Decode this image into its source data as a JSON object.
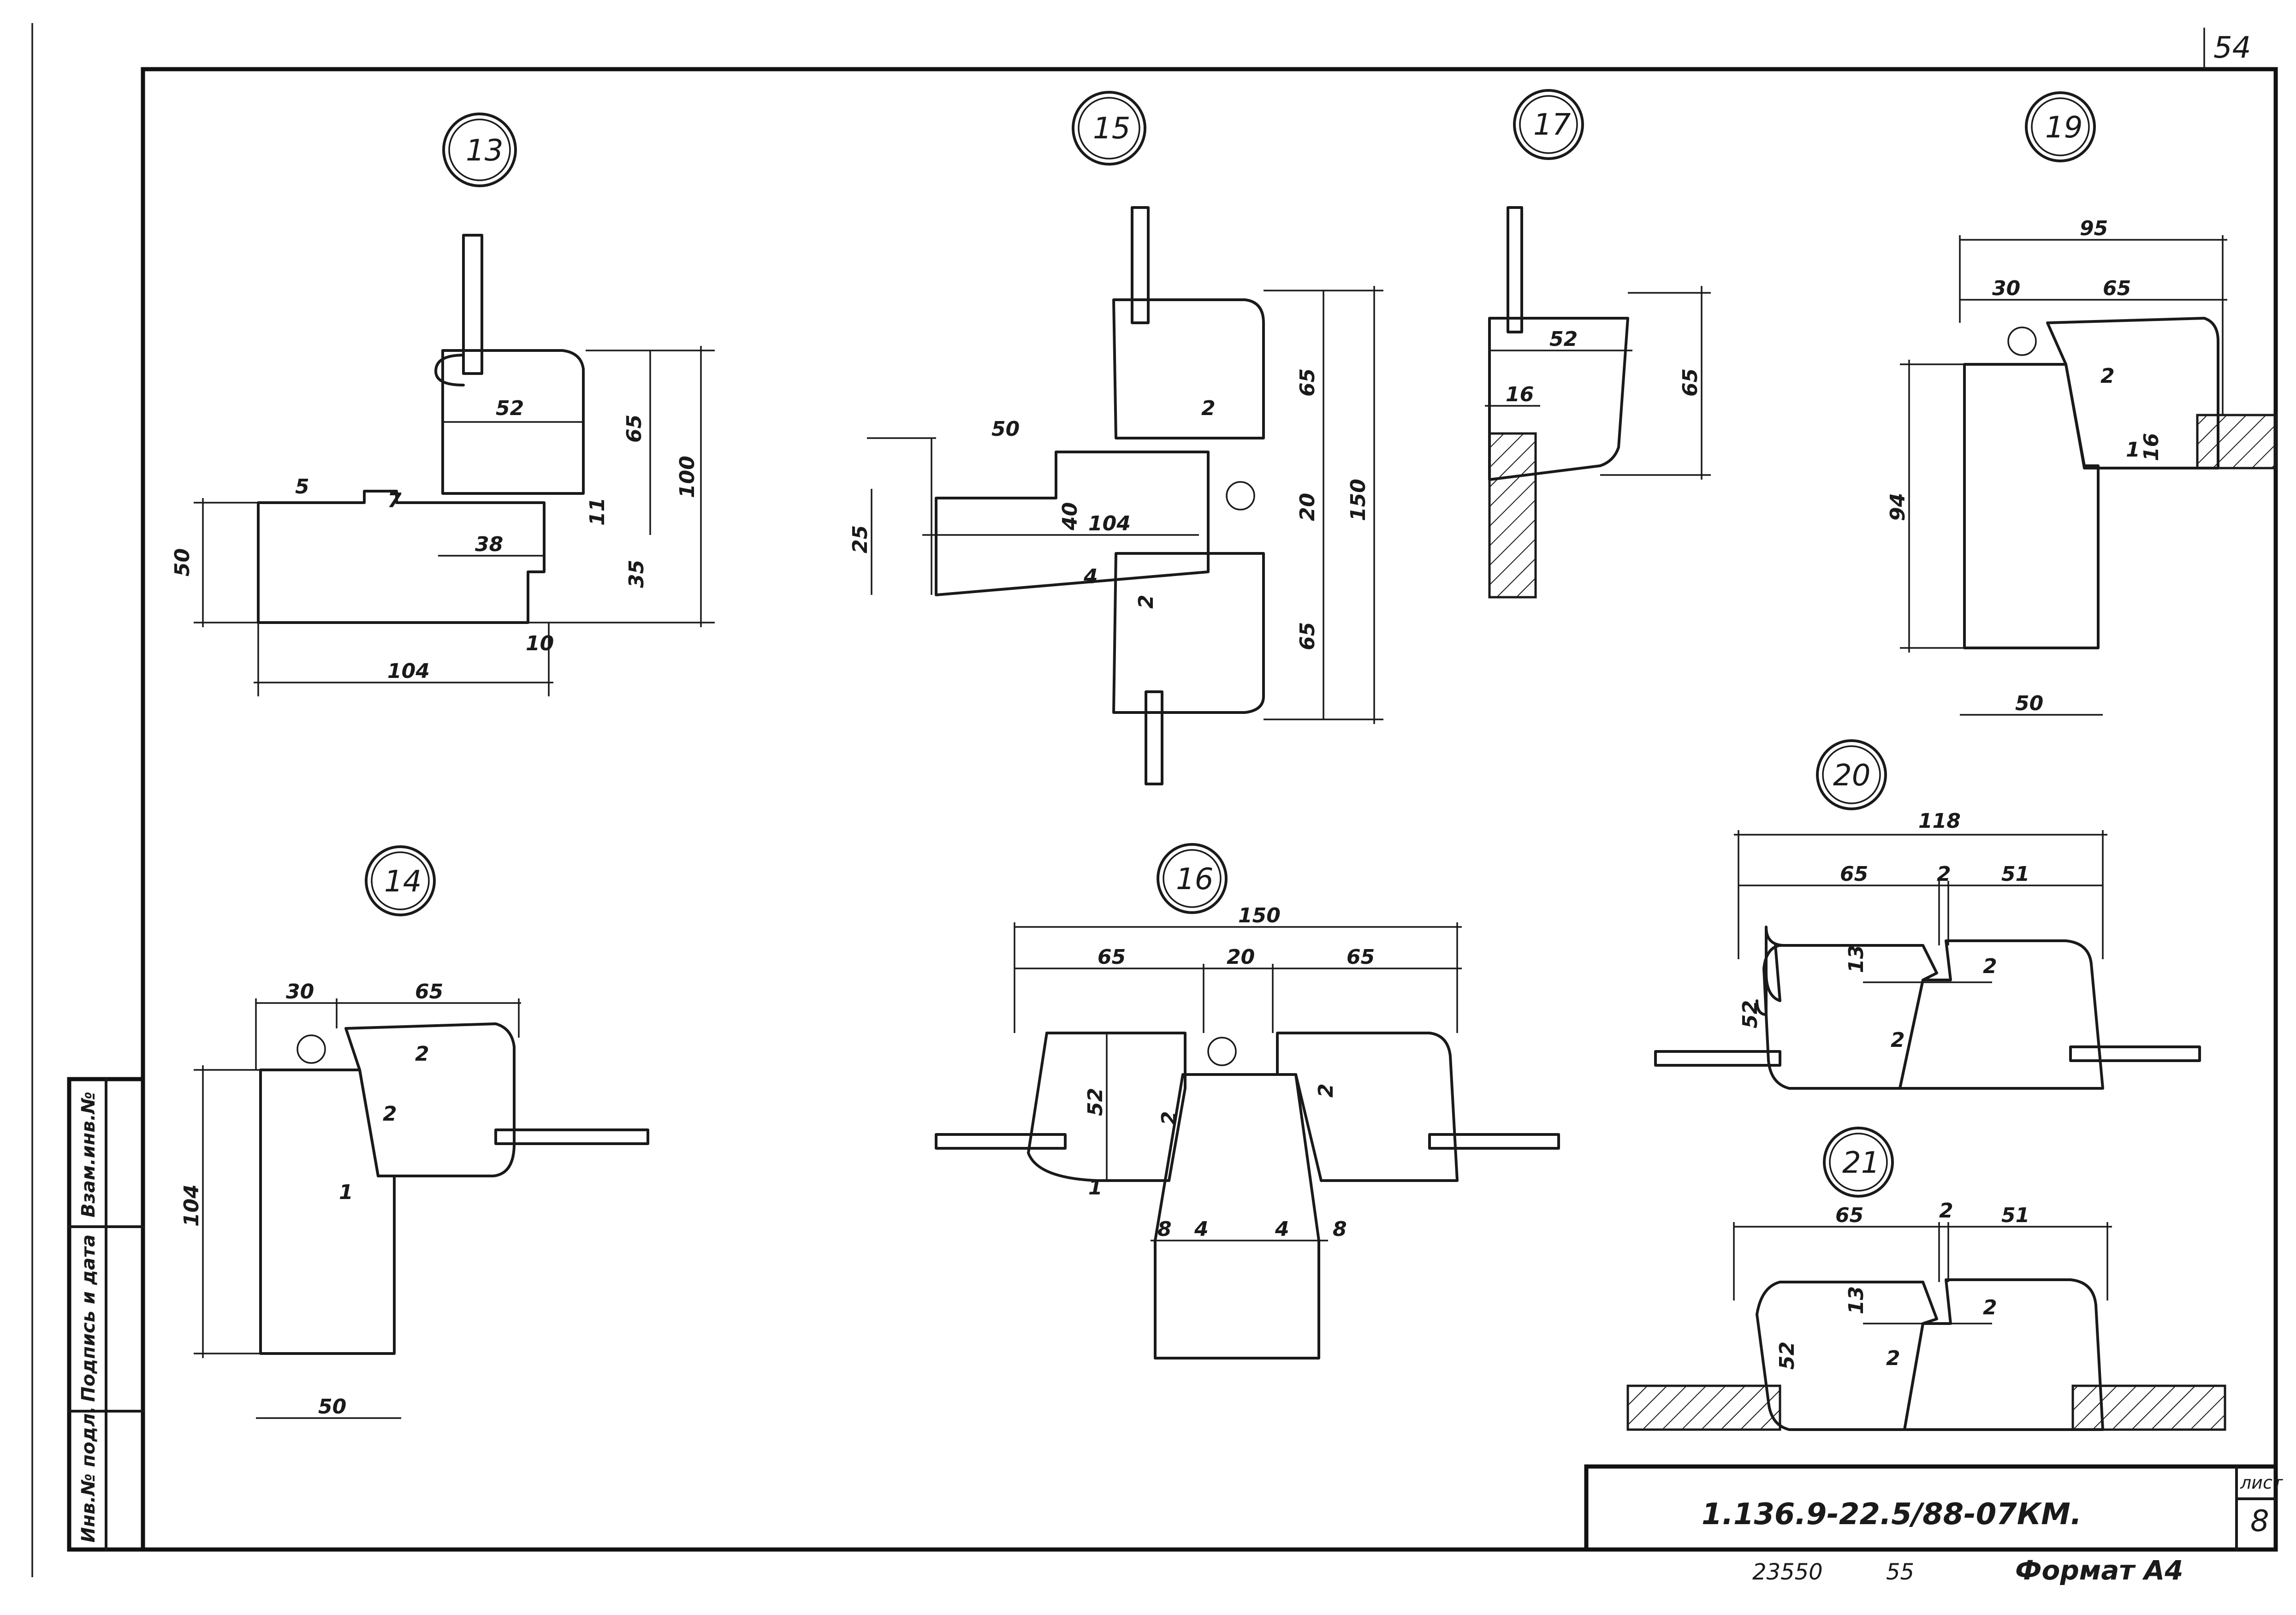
{
  "sheet": {
    "page_mark": "54",
    "doc_code": "1.136.9-22.5/88-07КМ.",
    "sheet_label": "лист",
    "sheet_no": "8",
    "footer_num1": "23550",
    "footer_num2": "55",
    "format": "Формат А4",
    "side_labels": [
      "Взам.инв.№",
      "Подпись и дата",
      "Инв.№ подл."
    ]
  },
  "details": {
    "d13": {
      "label": "13",
      "dims": [
        "52",
        "65",
        "100",
        "5",
        "7",
        "11",
        "38",
        "35",
        "50",
        "104",
        "10"
      ]
    },
    "d15": {
      "label": "15",
      "dims": [
        "50",
        "65",
        "2",
        "25",
        "40",
        "104",
        "20",
        "150",
        "4",
        "2",
        "65"
      ]
    },
    "d17": {
      "label": "17",
      "dims": [
        "52",
        "16",
        "65"
      ]
    },
    "d19": {
      "label": "19",
      "dims": [
        "95",
        "30",
        "65",
        "2",
        "94",
        "1",
        "16",
        "50"
      ]
    },
    "d14": {
      "label": "14",
      "dims": [
        "30",
        "65",
        "2",
        "2",
        "104",
        "1",
        "50"
      ]
    },
    "d16": {
      "label": "16",
      "dims": [
        "150",
        "65",
        "20",
        "65",
        "52",
        "2",
        "1",
        "2",
        "8",
        "4",
        "4",
        "8"
      ]
    },
    "d20": {
      "label": "20",
      "dims": [
        "118",
        "65",
        "2",
        "51",
        "13",
        "2",
        "52",
        "2"
      ]
    },
    "d21": {
      "label": "21",
      "dims": [
        "65",
        "2",
        "51",
        "13",
        "2",
        "52",
        "2"
      ]
    }
  }
}
